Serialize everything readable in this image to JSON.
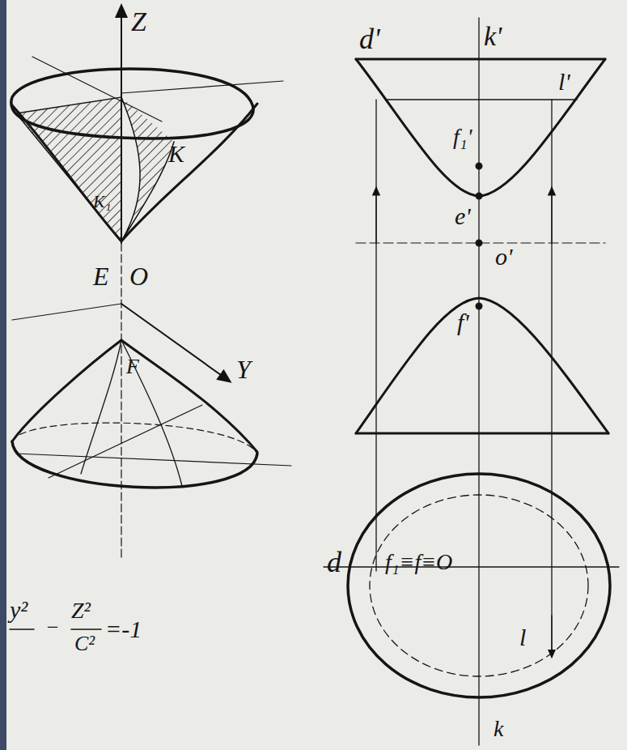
{
  "diagram": {
    "labels": [
      "Z",
      "K",
      "K₁",
      "E",
      "O",
      "Y",
      "F",
      "d'",
      "k'",
      "l'",
      "f₁'",
      "e'",
      "o'",
      "f'",
      "d",
      "f₁≡f≡O",
      "l",
      "k",
      "y²",
      "−",
      "Z²",
      "C²",
      "=-1"
    ]
  }
}
